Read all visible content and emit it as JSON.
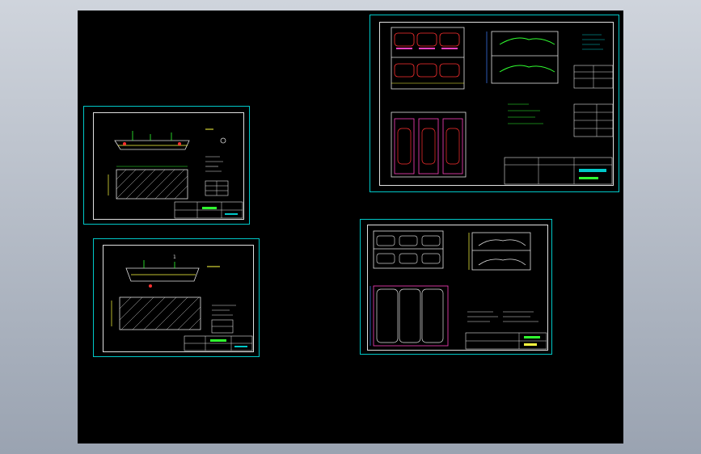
{
  "app": {
    "colors": {
      "background_top": "#cfd4dc",
      "background_bottom": "#9aa3b1",
      "viewport": "#000000",
      "sheet_border": "#00c8c8",
      "frame": "#e0e0e0",
      "hatch": "#c8c8c8",
      "accent_red": "#ff3030",
      "accent_magenta": "#ff40c0",
      "accent_green": "#30ff30",
      "accent_yellow": "#ffff40",
      "accent_blue": "#4080ff"
    }
  },
  "sheets": [
    {
      "id": "sheet-1",
      "kind": "section-and-plan",
      "stamp_text": ""
    },
    {
      "id": "sheet-2",
      "kind": "section-and-plan",
      "stamp_text": ""
    },
    {
      "id": "sheet-3",
      "kind": "garage-elevations",
      "stamp_text": ""
    },
    {
      "id": "sheet-4",
      "kind": "garage-elevations",
      "stamp_text": ""
    }
  ],
  "labels": {
    "sheet2_marker": "1"
  }
}
